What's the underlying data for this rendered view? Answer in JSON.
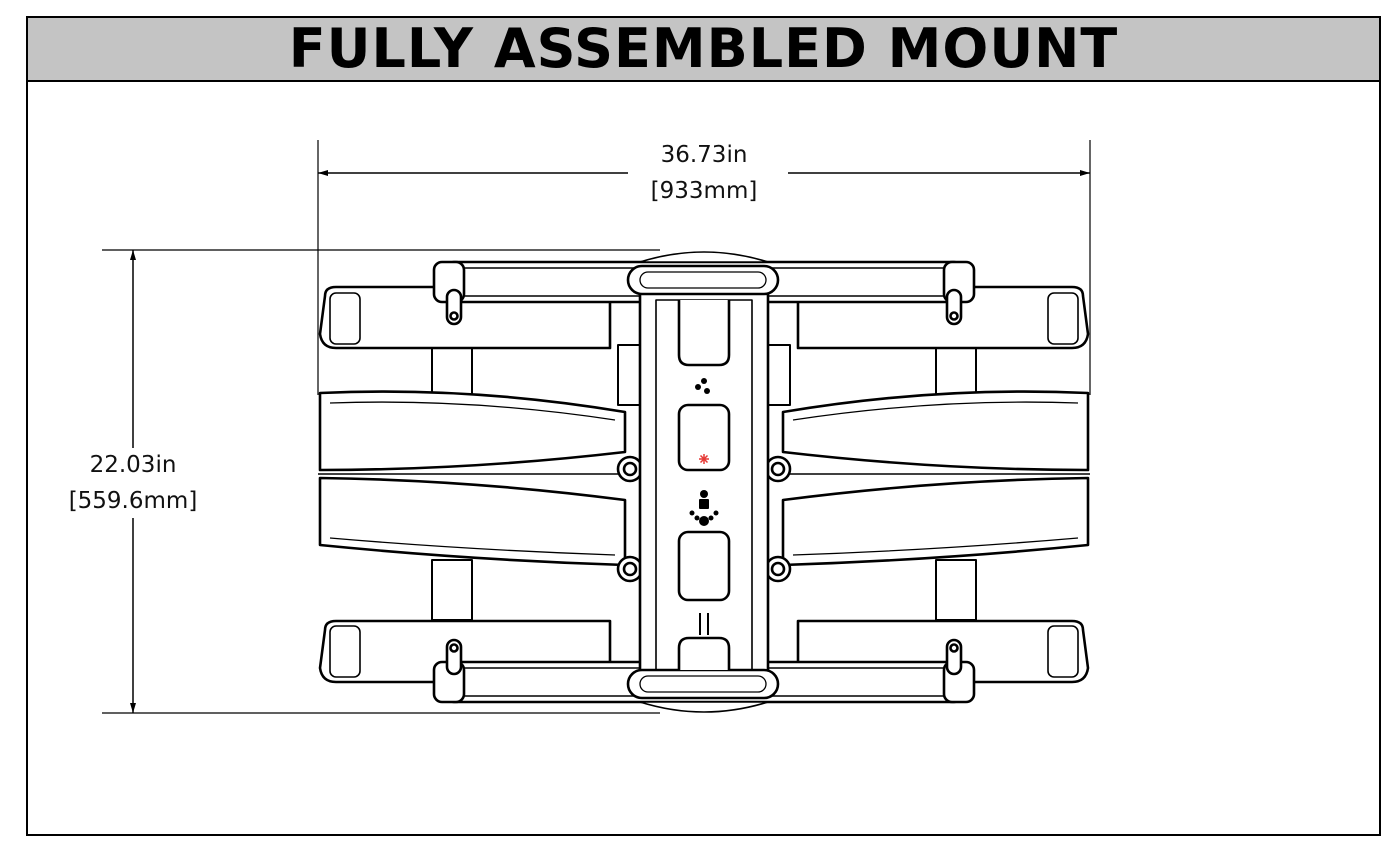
{
  "title": "FULLY ASSEMBLED MOUNT",
  "dimensions": {
    "width_in": "36.73in",
    "width_mm": "[933mm]",
    "height_in": "22.03in",
    "height_mm": "[559.6mm]"
  },
  "colors": {
    "title_bar": "#c4c4c4",
    "line": "#000000",
    "marker": "#e53935"
  }
}
